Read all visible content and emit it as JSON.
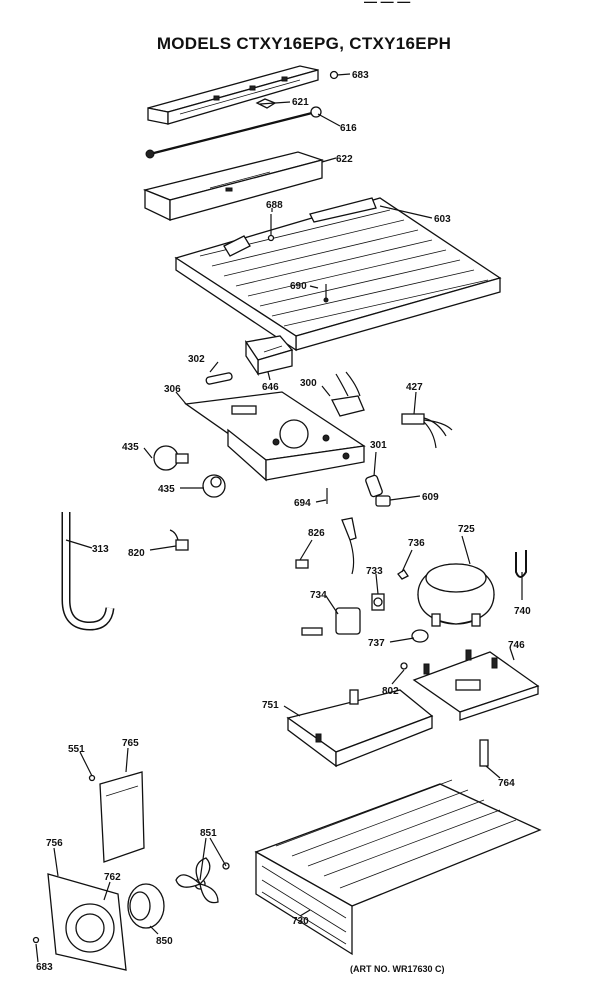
{
  "header": {
    "top_mark": "—  —  — ",
    "title": "MODELS CTXY16EPG, CTXY16EPH"
  },
  "parts": [
    {
      "id": "683a",
      "number": "683"
    },
    {
      "id": "621",
      "number": "621"
    },
    {
      "id": "616",
      "number": "616"
    },
    {
      "id": "622",
      "number": "622"
    },
    {
      "id": "688",
      "number": "688"
    },
    {
      "id": "603",
      "number": "603"
    },
    {
      "id": "690",
      "number": "690"
    },
    {
      "id": "302",
      "number": "302"
    },
    {
      "id": "646",
      "number": "646"
    },
    {
      "id": "306",
      "number": "306"
    },
    {
      "id": "300",
      "number": "300"
    },
    {
      "id": "427",
      "number": "427"
    },
    {
      "id": "435a",
      "number": "435"
    },
    {
      "id": "435b",
      "number": "435"
    },
    {
      "id": "301",
      "number": "301"
    },
    {
      "id": "694",
      "number": "694"
    },
    {
      "id": "609",
      "number": "609"
    },
    {
      "id": "313",
      "number": "313"
    },
    {
      "id": "820",
      "number": "820"
    },
    {
      "id": "826",
      "number": "826"
    },
    {
      "id": "736",
      "number": "736"
    },
    {
      "id": "725",
      "number": "725"
    },
    {
      "id": "733",
      "number": "733"
    },
    {
      "id": "740",
      "number": "740"
    },
    {
      "id": "734",
      "number": "734"
    },
    {
      "id": "737",
      "number": "737"
    },
    {
      "id": "746",
      "number": "746"
    },
    {
      "id": "802",
      "number": "802"
    },
    {
      "id": "751",
      "number": "751"
    },
    {
      "id": "551",
      "number": "551"
    },
    {
      "id": "765",
      "number": "765"
    },
    {
      "id": "764",
      "number": "764"
    },
    {
      "id": "851",
      "number": "851"
    },
    {
      "id": "756",
      "number": "756"
    },
    {
      "id": "762",
      "number": "762"
    },
    {
      "id": "730",
      "number": "730"
    },
    {
      "id": "850",
      "number": "850"
    },
    {
      "id": "683b",
      "number": "683"
    }
  ],
  "footer": {
    "art_number": "(ART NO. WR17630 C)"
  }
}
